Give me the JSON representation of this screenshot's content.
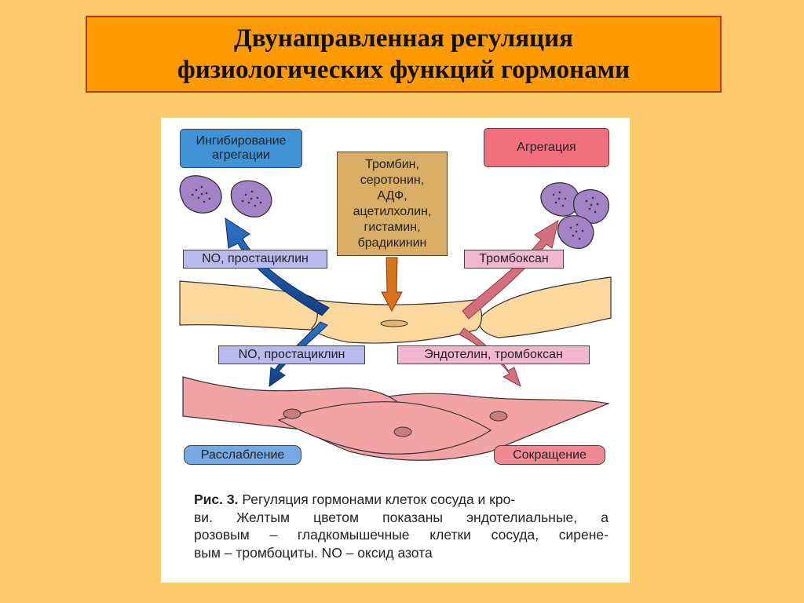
{
  "title": {
    "line1": "Двунаправленная регуляция",
    "line2": "физиологических функций гормонами"
  },
  "figure": {
    "top_left_label": [
      "Ингибирование",
      "агрегации"
    ],
    "top_right_label": "Агрегация",
    "center_label": [
      "Тромбин,",
      "серотонин,",
      "АДФ,",
      "ацетилхолин,",
      "гистамин,",
      "брадикинин"
    ],
    "upper_left_arrow_label": "NO, простациклин",
    "upper_right_arrow_label": "Тромбоксан",
    "lower_left_arrow_label": "NO, простациклин",
    "lower_right_arrow_label": "Эндотелин, тромбоксан",
    "bottom_left_label": "Расслабление",
    "bottom_right_label": "Сокращение"
  },
  "caption": {
    "prefix": "Рис. 3.",
    "line1": " Регуляция гормонами клеток сосуда и кро-",
    "line2": "ви. Желтым цветом показаны эндотелиальные, а",
    "line3": "розовым – гладкомышечные клетки сосуда, сирене-",
    "line4": "вым – тромбоциты. NO – оксид азота"
  },
  "colors": {
    "background": "#fecb6c",
    "title_box": "#fe9a02",
    "endothelial": "#fcd89e",
    "smooth_muscle": "#f2a3a6",
    "platelet": "#a284c6",
    "arrow_blue": "#1d5cae",
    "arrow_red": "#d4707d",
    "arrow_orange": "#d9731e"
  }
}
